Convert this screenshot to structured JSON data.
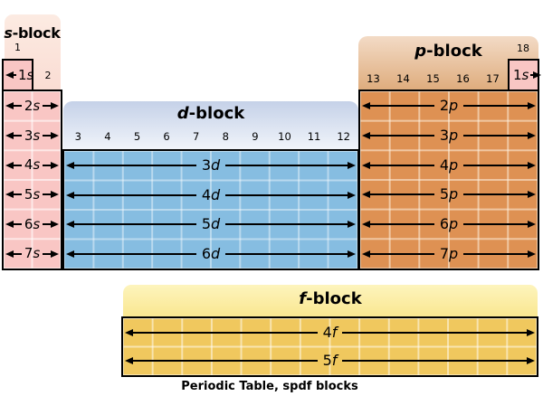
{
  "caption": "Periodic Table, spdf blocks",
  "blocks": {
    "s": {
      "letter": "s",
      "suffix": "-block"
    },
    "d": {
      "letter": "d",
      "suffix": "-block"
    },
    "p": {
      "letter": "p",
      "suffix": "-block"
    },
    "f": {
      "letter": "f",
      "suffix": "-block"
    }
  },
  "group_labels": {
    "g1": "1",
    "g2": "2",
    "g18": "18",
    "d": [
      "3",
      "4",
      "5",
      "6",
      "7",
      "8",
      "9",
      "10",
      "11",
      "12"
    ],
    "p": [
      "13",
      "14",
      "15",
      "16",
      "17"
    ]
  },
  "cells": {
    "h1s": {
      "n": "1",
      "l": "s"
    },
    "he1s": {
      "n": "1",
      "l": "s"
    }
  },
  "rows": {
    "s": [
      {
        "n": "2",
        "l": "s"
      },
      {
        "n": "3",
        "l": "s"
      },
      {
        "n": "4",
        "l": "s"
      },
      {
        "n": "5",
        "l": "s"
      },
      {
        "n": "6",
        "l": "s"
      },
      {
        "n": "7",
        "l": "s"
      }
    ],
    "d": [
      {
        "n": "3",
        "l": "d"
      },
      {
        "n": "4",
        "l": "d"
      },
      {
        "n": "5",
        "l": "d"
      },
      {
        "n": "6",
        "l": "d"
      }
    ],
    "p": [
      {
        "n": "2",
        "l": "p"
      },
      {
        "n": "3",
        "l": "p"
      },
      {
        "n": "4",
        "l": "p"
      },
      {
        "n": "5",
        "l": "p"
      },
      {
        "n": "6",
        "l": "p"
      },
      {
        "n": "7",
        "l": "p"
      }
    ],
    "f": [
      {
        "n": "4",
        "l": "f"
      },
      {
        "n": "5",
        "l": "f"
      }
    ]
  },
  "colors": {
    "s_fill": "#f9c6c4",
    "s_bg_top": "#fcebe2",
    "s_bg_bot": "#fadcd3",
    "d_fill": "#86bde1",
    "d_band_top": "#c5d1e8",
    "d_band_bot": "#f0f4fa",
    "p_fill": "#de9153",
    "p_bg_top": "#f3dbc6",
    "p_bg_bot": "#deab7b",
    "f_fill": "#f0c85e",
    "f_bg_top": "#fdf4bd",
    "f_bg_bot": "#f9e58a"
  }
}
